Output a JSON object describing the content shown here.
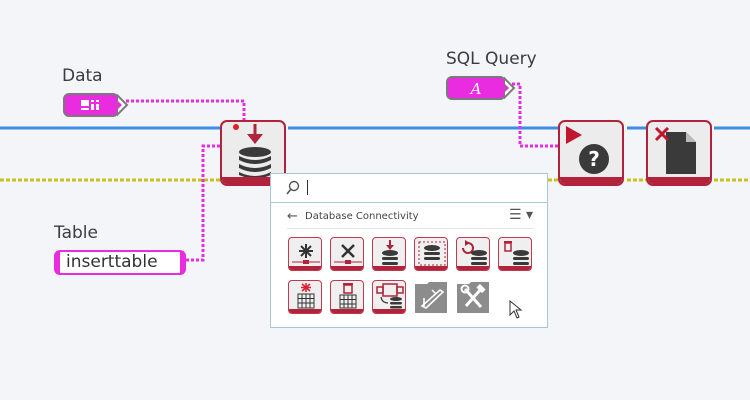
{
  "canvas": {
    "wire_colors": {
      "error_cluster": "#3b8ee6",
      "reference": "#c9c21a",
      "string": "#e92ce0",
      "node_border": "#b0233a"
    }
  },
  "constants": [
    {
      "label": "Data",
      "type": "cluster",
      "icon": "cluster-icon"
    },
    {
      "label": "SQL Query",
      "type": "string-control",
      "icon": "string-icon"
    },
    {
      "label": "Table",
      "type": "string-constant",
      "value": "inserttable"
    }
  ],
  "nodes": [
    {
      "name": "insert-data",
      "icon": "database-insert-icon"
    },
    {
      "name": "execute-query",
      "icon": "execute-query-icon"
    },
    {
      "name": "close-connection",
      "icon": "close-file-icon"
    }
  ],
  "palette": {
    "search": {
      "value": "",
      "placeholder": ""
    },
    "back_label": "←",
    "category": "Database Connectivity",
    "menu_label": "☰ ▾",
    "tiles": [
      {
        "name": "open-connection",
        "icon": "open-connection-icon"
      },
      {
        "name": "close-connection",
        "icon": "close-connection-icon"
      },
      {
        "name": "insert-data",
        "icon": "insert-data-icon"
      },
      {
        "name": "select-data",
        "icon": "select-data-icon"
      },
      {
        "name": "rollback",
        "icon": "rollback-icon"
      },
      {
        "name": "delete-data",
        "icon": "delete-data-icon"
      },
      {
        "name": "create-table",
        "icon": "create-table-icon"
      },
      {
        "name": "drop-table",
        "icon": "drop-table-icon"
      },
      {
        "name": "db-variant-to-data",
        "icon": "variant-to-data-icon"
      },
      {
        "name": "advanced-folder",
        "icon": "swiss-knife-folder-icon"
      },
      {
        "name": "utility-folder",
        "icon": "tools-folder-icon"
      }
    ]
  }
}
